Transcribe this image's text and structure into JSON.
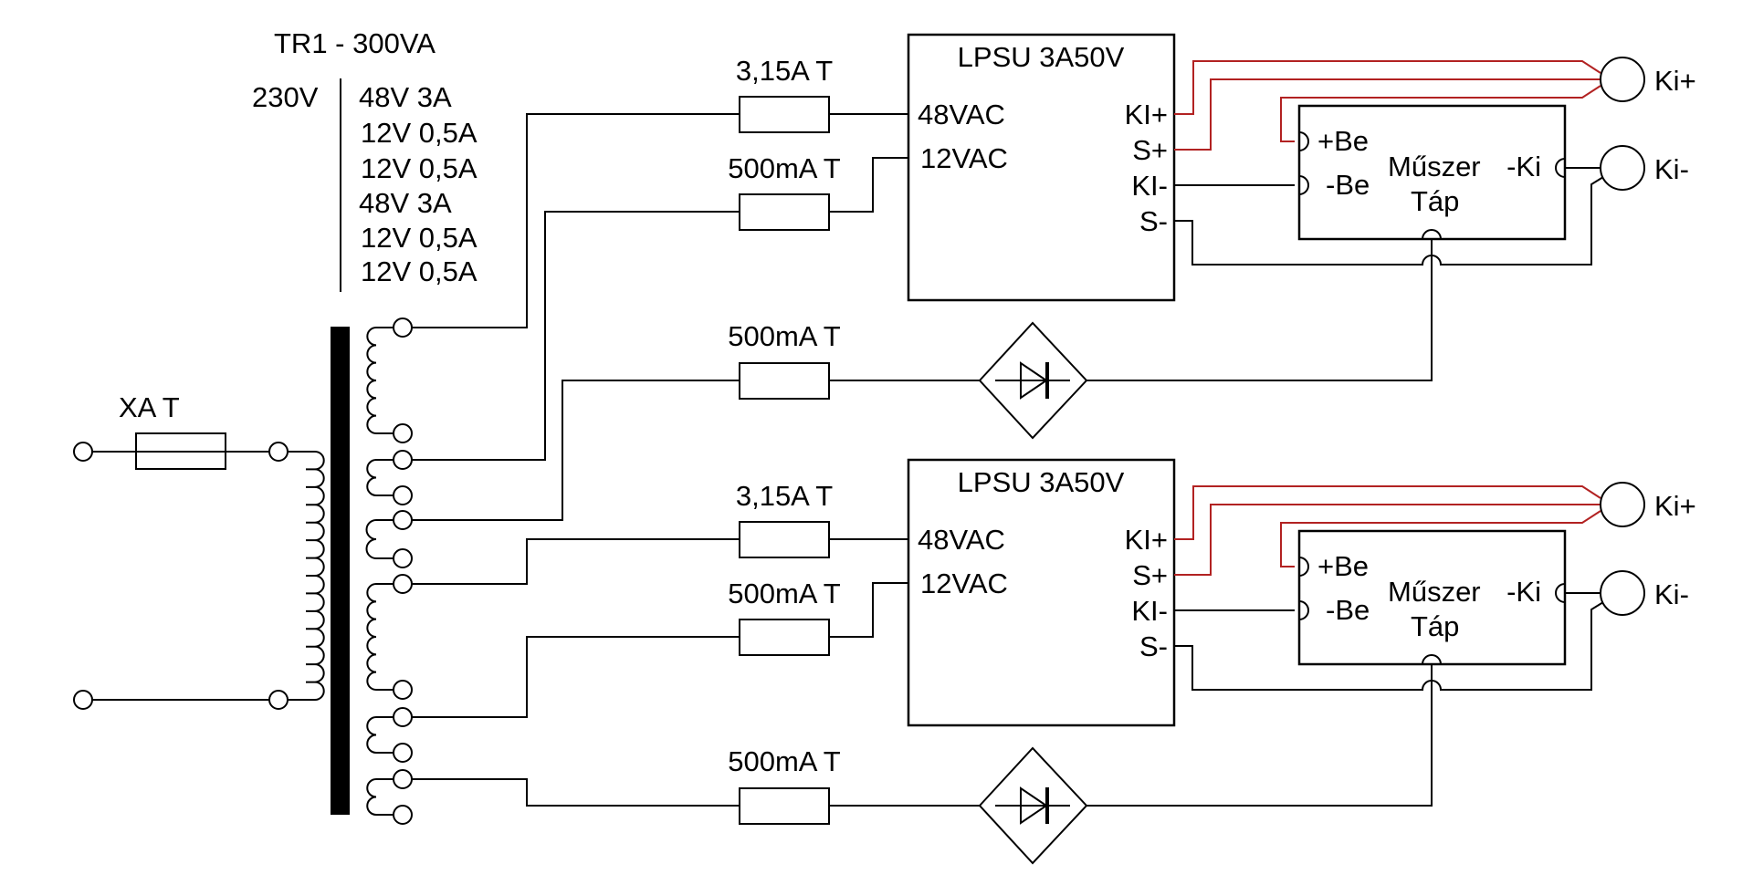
{
  "colors": {
    "wire": "#000000",
    "sense_wire": "#b22222",
    "background": "#ffffff"
  },
  "transformer": {
    "title": "TR1 - 300VA",
    "primary_label": "230V",
    "secondary_ratings": [
      "48V 3A",
      "12V 0,5A",
      "12V 0,5A",
      "48V 3A",
      "12V 0,5A",
      "12V 0,5A"
    ],
    "input_fuse_label": "XA T"
  },
  "channels": [
    {
      "fuse_48v_label": "3,15A T",
      "fuse_12v_label": "500mA T",
      "fuse_aux_label": "500mA T",
      "psu": {
        "title": "LPSU 3A50V",
        "in_48_label": "48VAC",
        "in_12_label": "12VAC",
        "out_labels": [
          "KI+",
          "S+",
          "KI-",
          "S-"
        ]
      },
      "meter": {
        "in_plus_label": "+Be",
        "in_minus_label": "-Be",
        "title_line1": "Műszer",
        "title_line2": "Táp",
        "out_minus_label": "-Ki"
      },
      "output_plus_label": "Ki+",
      "output_minus_label": "Ki-",
      "bridge_icon": "bridge-rectifier-icon"
    },
    {
      "fuse_48v_label": "3,15A T",
      "fuse_12v_label": "500mA T",
      "fuse_aux_label": "500mA T",
      "psu": {
        "title": "LPSU 3A50V",
        "in_48_label": "48VAC",
        "in_12_label": "12VAC",
        "out_labels": [
          "KI+",
          "S+",
          "KI-",
          "S-"
        ]
      },
      "meter": {
        "in_plus_label": "+Be",
        "in_minus_label": "-Be",
        "title_line1": "Műszer",
        "title_line2": "Táp",
        "out_minus_label": "-Ki"
      },
      "output_plus_label": "Ki+",
      "output_minus_label": "Ki-",
      "bridge_icon": "bridge-rectifier-icon"
    }
  ]
}
